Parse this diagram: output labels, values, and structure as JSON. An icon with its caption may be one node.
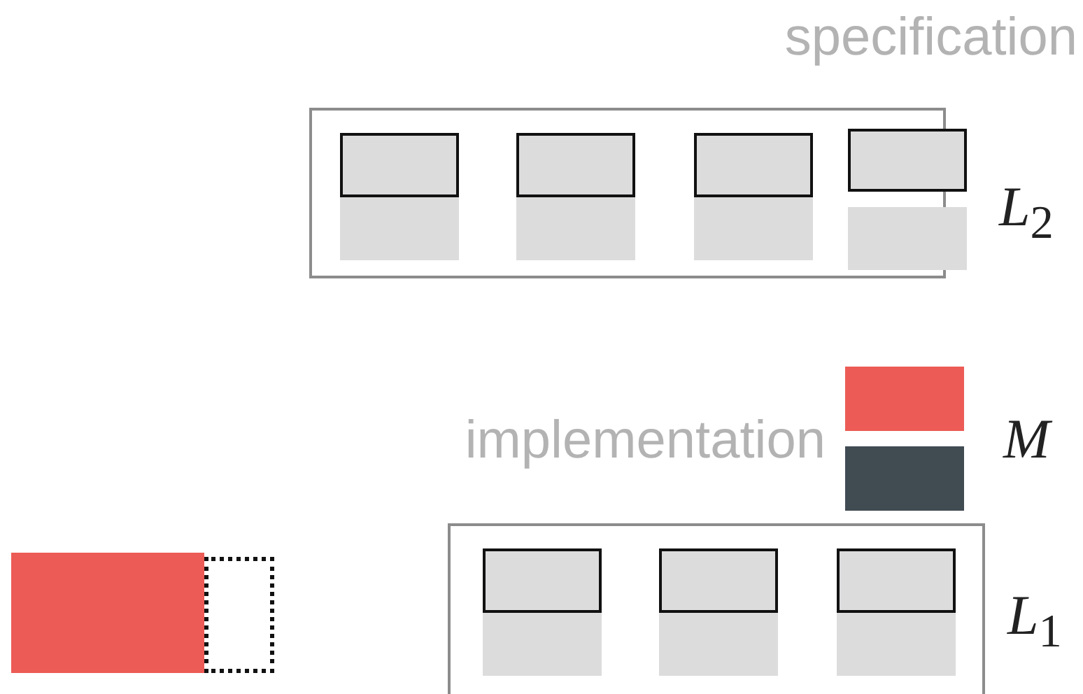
{
  "diagram": {
    "nodes": [
      {
        "text": [],
        "shape": "box"
      },
      {
        "text": [],
        "shape": "box",
        "in": 0
      },
      {
        "text": [],
        "shape": "bar",
        "in": 0
      },
      {
        "text": [],
        "shape": "box",
        "in": 0
      },
      {
        "text": [],
        "shape": "bar",
        "in": 0
      },
      {
        "text": [],
        "shape": "box",
        "in": 0
      },
      {
        "text": [],
        "shape": "bar",
        "in": 0
      },
      {
        "text": [],
        "shape": "box",
        "in": 0
      },
      {
        "text": [],
        "shape": "bar",
        "in": 0
      },
      {
        "text": [],
        "shape": "bar"
      },
      {
        "text": [],
        "shape": "bar"
      },
      {
        "text": [],
        "shape": "box"
      },
      {
        "text": [],
        "shape": "box",
        "in": 11
      },
      {
        "text": [],
        "shape": "bar",
        "in": 11
      },
      {
        "text": [],
        "shape": "box",
        "in": 11
      },
      {
        "text": [],
        "shape": "bar",
        "in": 11
      },
      {
        "text": [],
        "shape": "box",
        "in": 11
      },
      {
        "text": [],
        "shape": "bar",
        "in": 11
      },
      {
        "text": [],
        "shape": "bar"
      },
      {
        "text": [],
        "shape": "box"
      }
    ],
    "labels": [
      "specification",
      "*L*$_{2}$",
      "implementation",
      "*M*",
      "*L*$_{1}$"
    ]
  }
}
